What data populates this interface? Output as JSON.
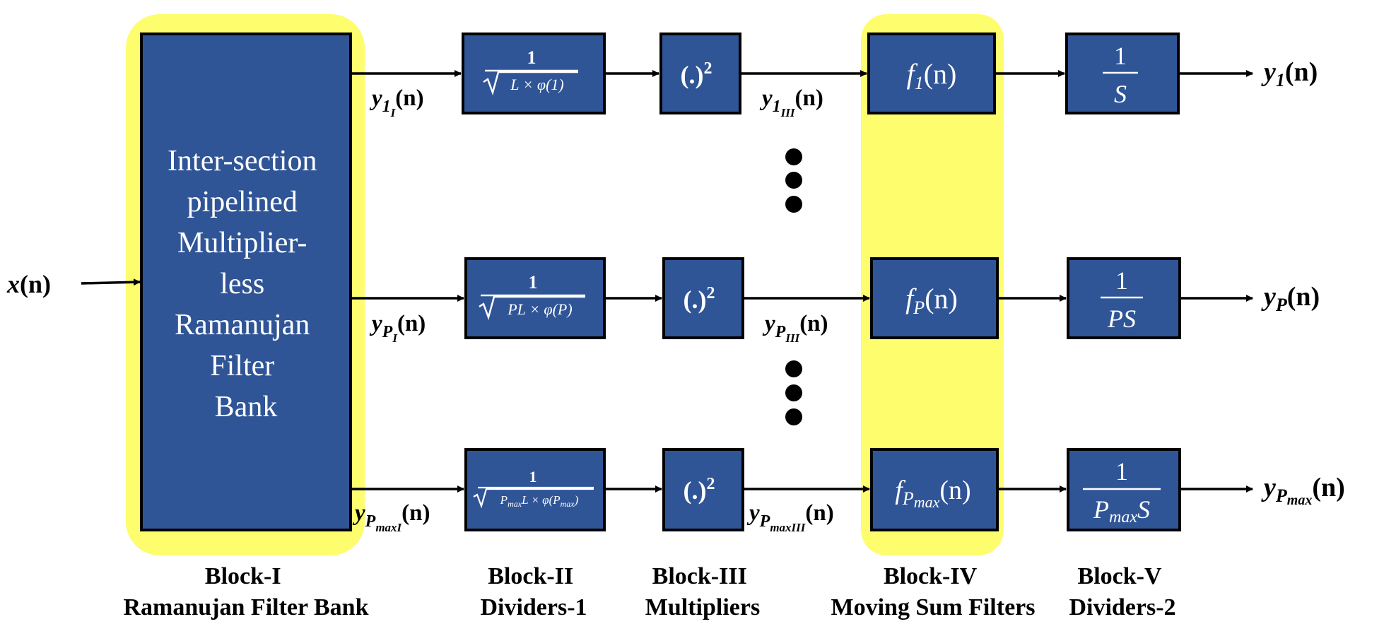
{
  "input_label": {
    "main": "x",
    "arg": "(n)"
  },
  "filter_bank": {
    "lines": [
      "Inter-section",
      "pipelined",
      "Multiplier-",
      "less",
      "Ramanujan",
      "Filter",
      "Bank"
    ]
  },
  "one": "1",
  "rows": [
    {
      "y1_label": {
        "main": "y",
        "sub": "1",
        "subsub": "I",
        "arg": "(n)"
      },
      "div1_den": {
        "pre": "L × φ(1)",
        "sub": "",
        "post": ""
      },
      "square": {
        "base": "(.)",
        "exp": "2"
      },
      "y3_label": {
        "main": "y",
        "sub": "1",
        "subsub": "III",
        "arg": "(n)"
      },
      "filter": {
        "main": "f",
        "sub": "1",
        "arg": "(n)"
      },
      "div2_den": {
        "main": "S",
        "sub": "",
        "post": ""
      },
      "output": {
        "main": "y",
        "sub": "1",
        "arg": "(n)"
      }
    },
    {
      "y1_label": {
        "main": "y",
        "sub": "P",
        "subsub": "I",
        "arg": "(n)"
      },
      "div1_den": {
        "pre": "PL × φ(P)",
        "sub": "",
        "post": ""
      },
      "square": {
        "base": "(.)",
        "exp": "2"
      },
      "y3_label": {
        "main": "y",
        "sub": "P",
        "subsub": "III",
        "arg": "(n)"
      },
      "filter": {
        "main": "f",
        "sub": "P",
        "arg": "(n)"
      },
      "div2_den": {
        "main": "PS",
        "sub": "",
        "post": ""
      },
      "output": {
        "main": "y",
        "sub": "P",
        "arg": "(n)"
      }
    },
    {
      "y1_label": {
        "main": "y",
        "sub": "P",
        "subsub": "maxI",
        "arg": "(n)"
      },
      "div1_den": {
        "pre": "P",
        "sub": "max",
        "post": "L × φ(P",
        "sub2": "max",
        "post2": ")"
      },
      "square": {
        "base": "(.)",
        "exp": "2"
      },
      "y3_label": {
        "main": "y",
        "sub": "P",
        "subsub": "maxIII",
        "arg": "(n)"
      },
      "filter": {
        "main": "f",
        "sub": "P",
        "subsub": "max",
        "arg": "(n)"
      },
      "div2_den": {
        "main": "P",
        "sub": "max",
        "post": "S"
      },
      "output": {
        "main": "y",
        "sub": "P",
        "subsub": "max",
        "arg": "(n)"
      }
    }
  ],
  "captions": [
    {
      "line1": "Block-I",
      "line2": "Ramanujan Filter Bank"
    },
    {
      "line1": "Block-II",
      "line2": "Dividers-1"
    },
    {
      "line1": "Block-III",
      "line2": "Multipliers"
    },
    {
      "line1": "Block-IV",
      "line2": "Moving Sum Filters"
    },
    {
      "line1": "Block-V",
      "line2": "Dividers-2"
    }
  ],
  "colors": {
    "block_fill": "#2f5597",
    "highlight": "#fdfd6e",
    "stroke": "#000000"
  }
}
